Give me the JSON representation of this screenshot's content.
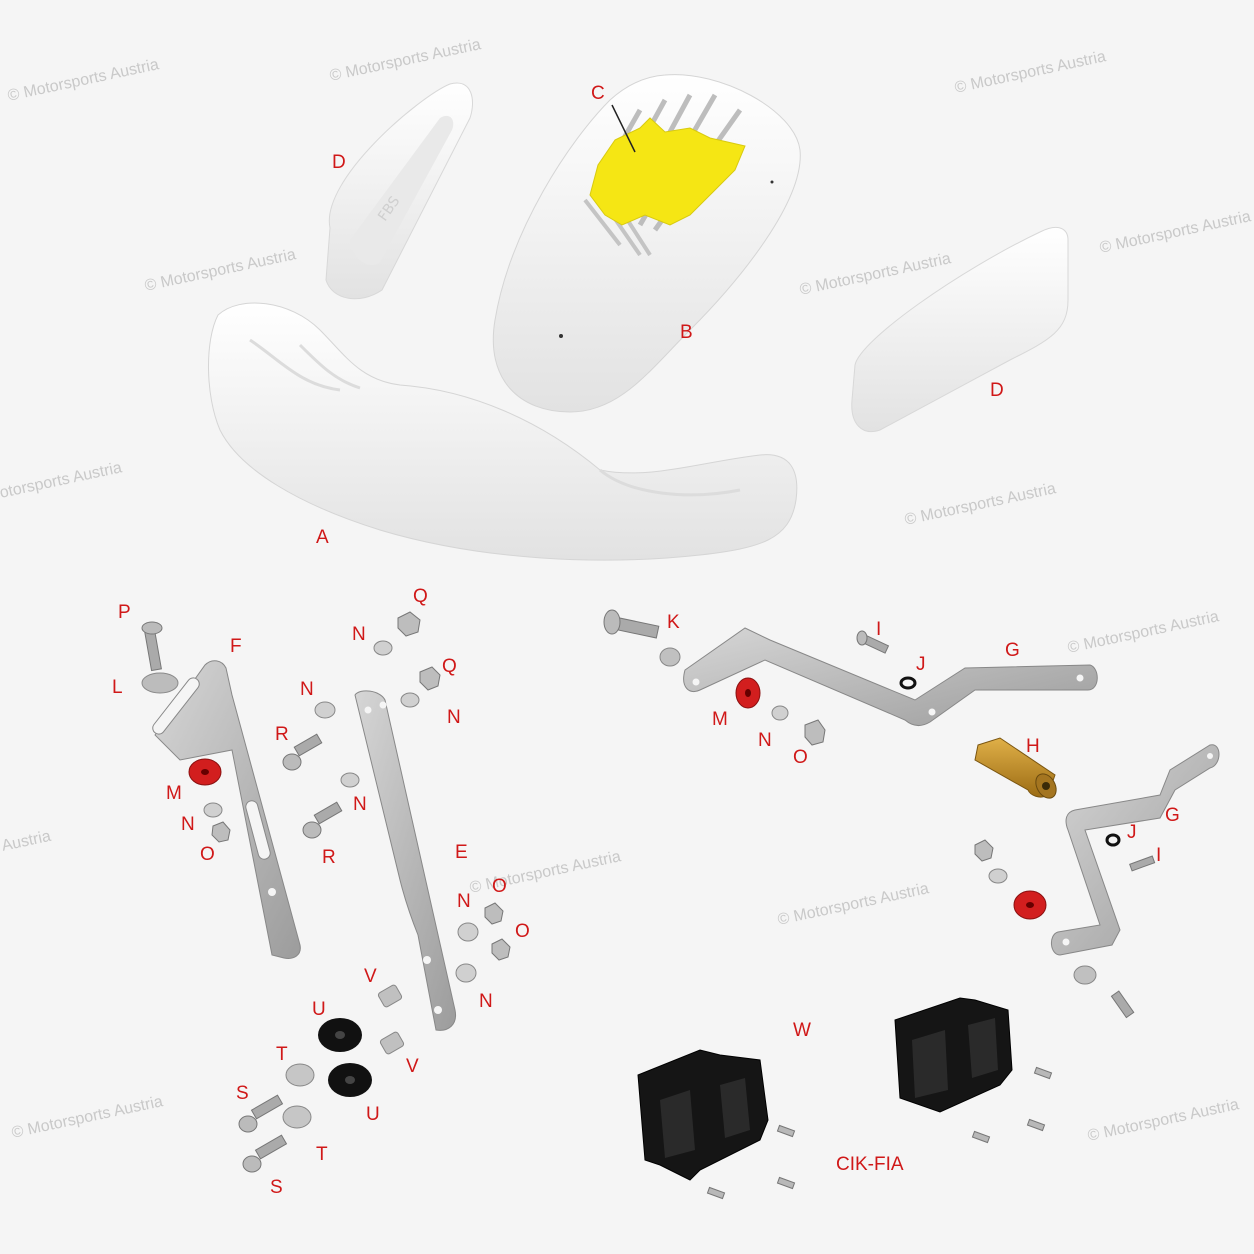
{
  "watermark": "© Motorsports Austria",
  "watermark_partial_left_1": "otorsports Austria",
  "watermark_partial_left_2": "Austria",
  "labels": {
    "A": "A",
    "B": "B",
    "C": "C",
    "D": "D",
    "E": "E",
    "F": "F",
    "G": "G",
    "H": "H",
    "I": "I",
    "J": "J",
    "K": "K",
    "L": "L",
    "M": "M",
    "N": "N",
    "O": "O",
    "P": "P",
    "Q": "Q",
    "R": "R",
    "S": "S",
    "T": "T",
    "U": "U",
    "V": "V",
    "W": "W"
  },
  "homologation": "CIK-FIA",
  "colors": {
    "label": "#d01818",
    "body_panel": "#ffffff",
    "number_plate": "#f5e614",
    "bracket_metal": "#b4b4b4",
    "rubber_washer": "#d21e1e",
    "spacer_brass": "#c8962a",
    "mount_block": "#151515"
  }
}
